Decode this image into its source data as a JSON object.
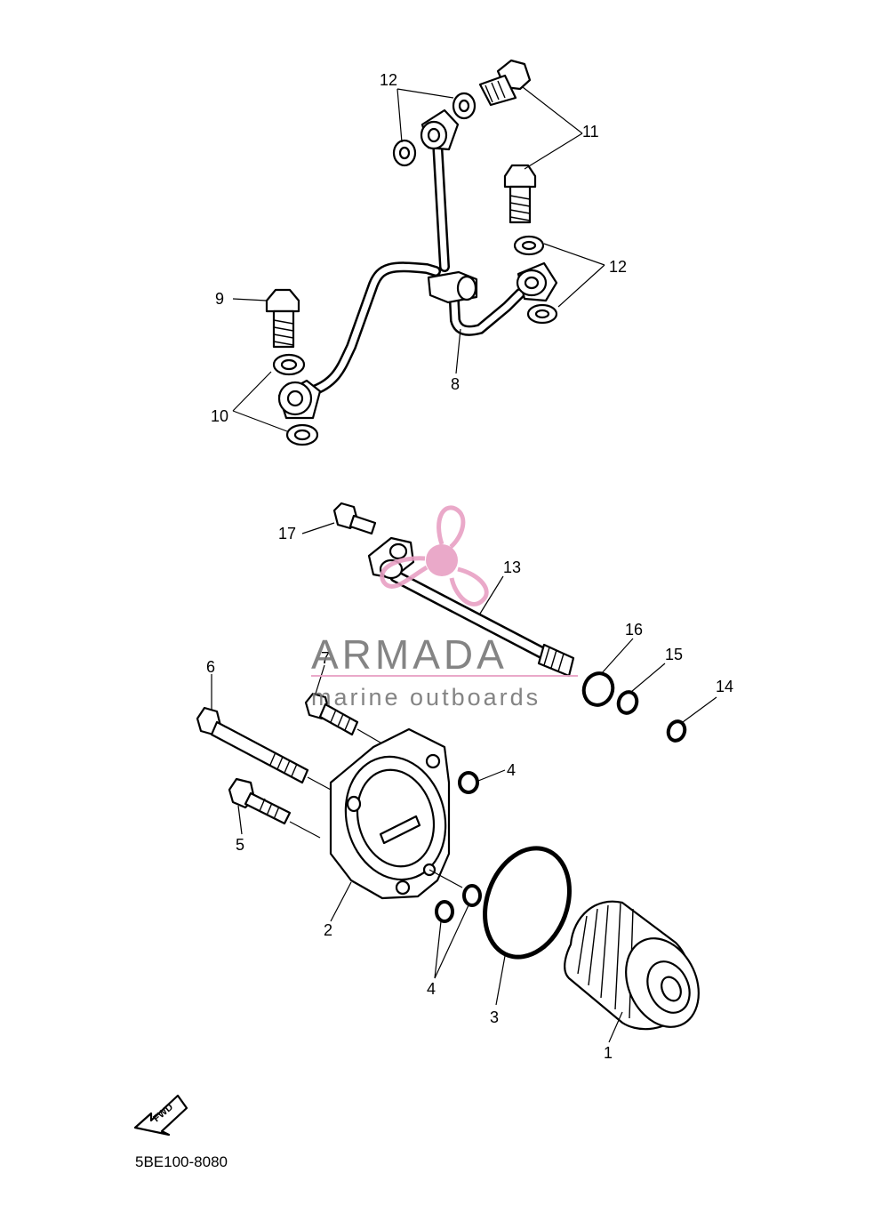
{
  "diagram": {
    "drawing_code": "5BE100-8080",
    "fwd_arrow_label": "FWD",
    "callouts": [
      {
        "id": "c1",
        "label": "1"
      },
      {
        "id": "c2",
        "label": "2"
      },
      {
        "id": "c3",
        "label": "3"
      },
      {
        "id": "c4a",
        "label": "4"
      },
      {
        "id": "c4b",
        "label": "4"
      },
      {
        "id": "c5",
        "label": "5"
      },
      {
        "id": "c6",
        "label": "6"
      },
      {
        "id": "c7",
        "label": "7"
      },
      {
        "id": "c8",
        "label": "8"
      },
      {
        "id": "c9",
        "label": "9"
      },
      {
        "id": "c10",
        "label": "10"
      },
      {
        "id": "c11",
        "label": "11"
      },
      {
        "id": "c12a",
        "label": "12"
      },
      {
        "id": "c12b",
        "label": "12"
      },
      {
        "id": "c13",
        "label": "13"
      },
      {
        "id": "c14",
        "label": "14"
      },
      {
        "id": "c15",
        "label": "15"
      },
      {
        "id": "c16",
        "label": "16"
      },
      {
        "id": "c17",
        "label": "17"
      }
    ]
  },
  "watermark": {
    "brand": "ARMADA",
    "tagline": "marine outboards",
    "brand_color": "#777777",
    "accent_color": "#e8a0c4"
  }
}
